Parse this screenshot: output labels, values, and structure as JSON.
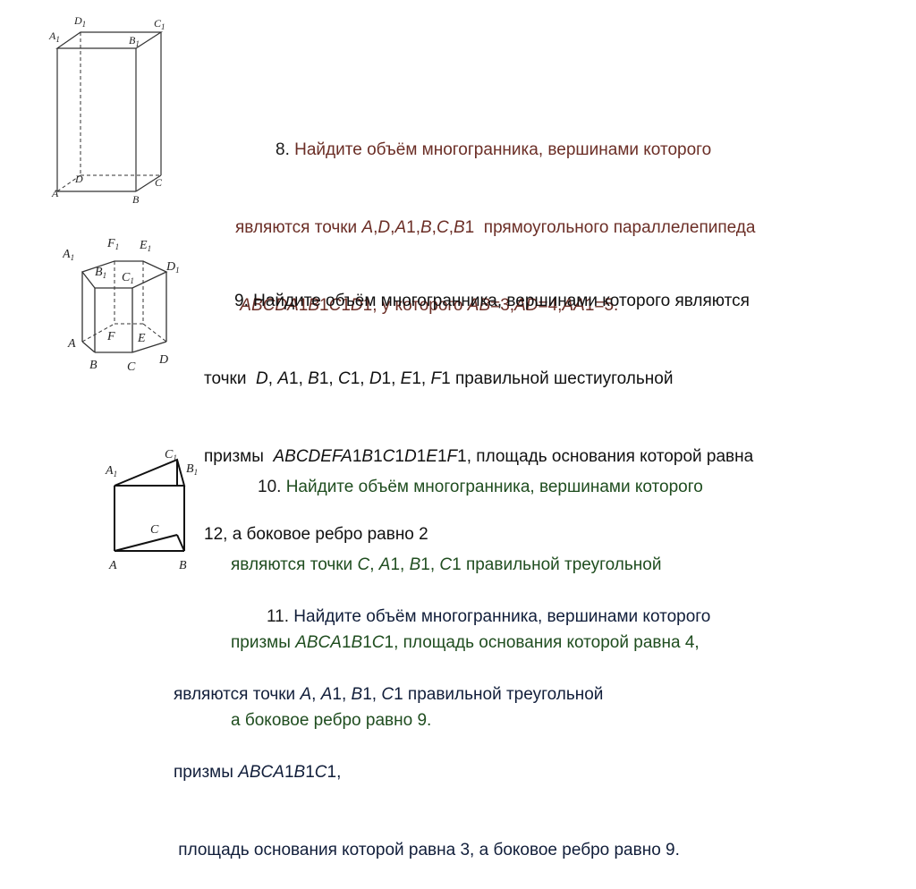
{
  "figures": {
    "box": {
      "labels": {
        "A1": "A",
        "D1": "D",
        "C1": "C",
        "B1": "B",
        "A": "A",
        "D": "D",
        "C": "C",
        "B": "B"
      },
      "sub": "1"
    },
    "hex": {
      "labels": {
        "A1": "A",
        "F1": "F",
        "E1": "E",
        "B1": "B",
        "C1": "C",
        "D1": "D",
        "F": "F",
        "E": "E",
        "A": "A",
        "B": "B",
        "C": "C",
        "D": "D"
      },
      "sub": "1"
    },
    "tri": {
      "labels": {
        "A1": "A",
        "C1": "C",
        "B1": "B",
        "C": "C",
        "A": "A",
        "B": "B"
      },
      "sub": "1"
    }
  },
  "tasks": {
    "t8": {
      "num": "8.",
      "l1": " Найдите объём многогранника, вершинами которого",
      "l2a": "являются точки ",
      "l2b": "A",
      "l2c": ",",
      "l2d": "D",
      "l2e": ",",
      "l2f": "A",
      "l2g": "1,",
      "l2h": "B",
      "l2i": ",",
      "l2j": "C",
      "l2k": ",",
      "l2l": "B",
      "l2m": "1  прямоугольного параллелепипеда",
      "l3a": " ",
      "l3b": "ABCDA",
      "l3c": "1",
      "l3d": "B",
      "l3e": "1",
      "l3f": "C",
      "l3g": "1",
      "l3h": "D",
      "l3i": "1, у которого ",
      "l3j": "AB",
      "l3k": "=3,",
      "l3l": "AD",
      "l3m": "=4,",
      "l3n": "AA",
      "l3o": "1=5."
    },
    "t9": {
      "l1": "9. Найдите объём многогранника, вершинами которого являются",
      "l2a": "точки  ",
      "l2b": "D",
      "l2c": ", ",
      "l2d": "A",
      "l2e": "1, ",
      "l2f": "B",
      "l2g": "1, ",
      "l2h": "C",
      "l2i": "1, ",
      "l2j": "D",
      "l2k": "1, ",
      "l2l": "E",
      "l2m": "1, ",
      "l2n": "F",
      "l2o": "1 правильной шестиугольной",
      "l3a": "призмы  ",
      "l3b": "ABCDEFA",
      "l3c": "1",
      "l3d": "B",
      "l3e": "1",
      "l3f": "C",
      "l3g": "1",
      "l3h": "D",
      "l3i": "1",
      "l3j": "E",
      "l3k": "1",
      "l3l": "F",
      "l3m": "1, площадь основания которой равна",
      "l4": "12, а боковое ребро равно 2"
    },
    "t10": {
      "num": "10.",
      "l1": " Найдите объём многогранника, вершинами которого",
      "l2a": "являются точки ",
      "l2b": "C",
      "l2c": ", ",
      "l2d": "A",
      "l2e": "1, ",
      "l2f": "B",
      "l2g": "1, ",
      "l2h": "C",
      "l2i": "1 правильной треугольной",
      "l3a": "призмы ",
      "l3b": "ABCA",
      "l3c": "1",
      "l3d": "B",
      "l3e": "1",
      "l3f": "C",
      "l3g": "1, площадь основания которой равна 4,",
      "l4": "а боковое ребро равно 9."
    },
    "t11": {
      "num": "11.",
      "l1": " Найдите объём многогранника, вершинами которого",
      "l2a": "являются точки ",
      "l2b": "A",
      "l2c": ", ",
      "l2d": "A",
      "l2e": "1, ",
      "l2f": "B",
      "l2g": "1, ",
      "l2h": "C",
      "l2i": "1 правильной треугольной",
      "l3a": "призмы ",
      "l3b": "ABCA",
      "l3c": "1",
      "l3d": "B",
      "l3e": "1",
      "l3f": "C",
      "l3g": "1,",
      "l4": " площадь основания которой равна 3, а боковое ребро равно 9."
    }
  }
}
